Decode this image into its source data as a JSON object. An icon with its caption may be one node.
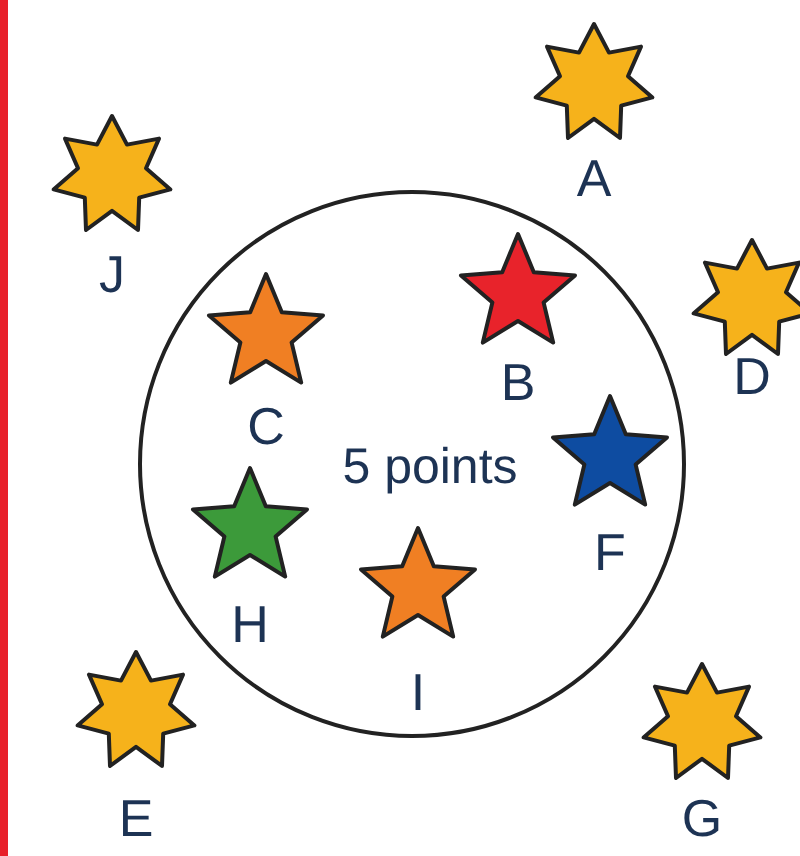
{
  "diagram": {
    "nodes": [
      {
        "text": [
          "5 points"
        ]
      },
      {
        "text": [
          "A"
        ]
      },
      {
        "text": [
          "J"
        ]
      },
      {
        "text": [
          "B"
        ],
        "in": 0
      },
      {
        "text": [
          "D"
        ]
      },
      {
        "text": [
          "C"
        ],
        "in": 0
      },
      {
        "text": [
          "F"
        ],
        "in": 0
      },
      {
        "text": [
          "H"
        ],
        "in": 0
      },
      {
        "text": [
          "I"
        ],
        "in": 0
      },
      {
        "text": [
          "E"
        ]
      },
      {
        "text": [
          "G"
        ]
      }
    ]
  }
}
